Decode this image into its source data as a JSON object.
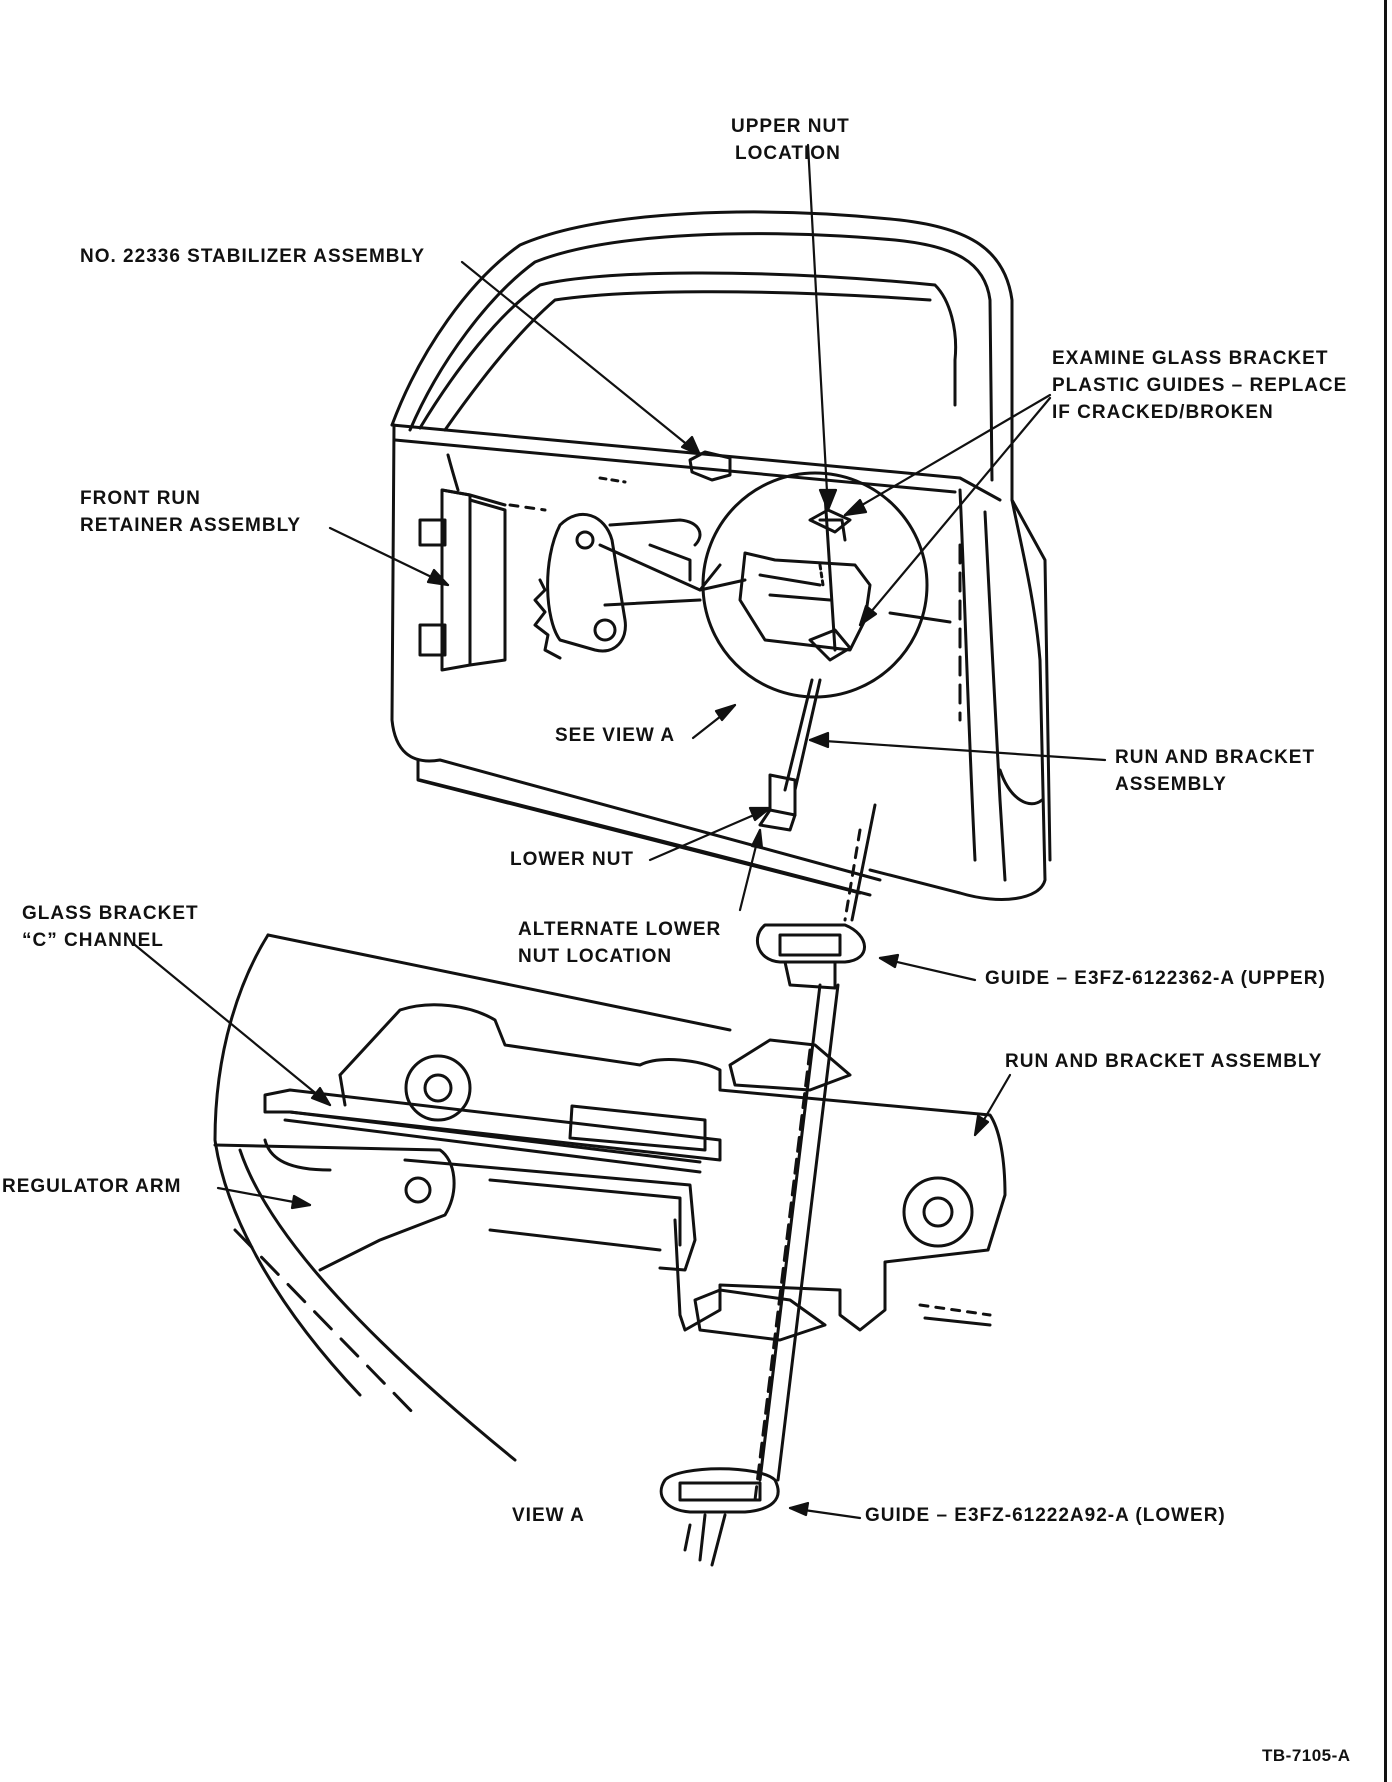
{
  "figure_id": "TB-7105-A",
  "labels": {
    "upper_nut": [
      "UPPER NUT",
      "LOCATION"
    ],
    "stabilizer": [
      "NO. 22336 STABILIZER ASSEMBLY"
    ],
    "examine": [
      "EXAMINE GLASS BRACKET",
      "PLASTIC GUIDES – REPLACE",
      "IF CRACKED/BROKEN"
    ],
    "front_run": [
      "FRONT RUN",
      "RETAINER ASSEMBLY"
    ],
    "see_view_a": [
      "SEE VIEW A"
    ],
    "run_bracket_top": [
      "RUN AND BRACKET",
      "ASSEMBLY"
    ],
    "lower_nut": [
      "LOWER NUT"
    ],
    "alt_lower_nut": [
      "ALTERNATE LOWER",
      "NUT LOCATION"
    ],
    "glass_bracket": [
      "GLASS BRACKET",
      "“C” CHANNEL"
    ],
    "guide_upper": [
      "GUIDE – E3FZ-6122362-A (UPPER)"
    ],
    "run_bracket_bottom": [
      "RUN AND BRACKET ASSEMBLY"
    ],
    "regulator_arm": [
      "REGULATOR ARM"
    ],
    "view_a": [
      "VIEW A"
    ],
    "guide_lower": [
      "GUIDE – E3FZ-61222A92-A (LOWER)"
    ]
  },
  "colors": {
    "ink": "#111111",
    "paper": "#ffffff"
  }
}
